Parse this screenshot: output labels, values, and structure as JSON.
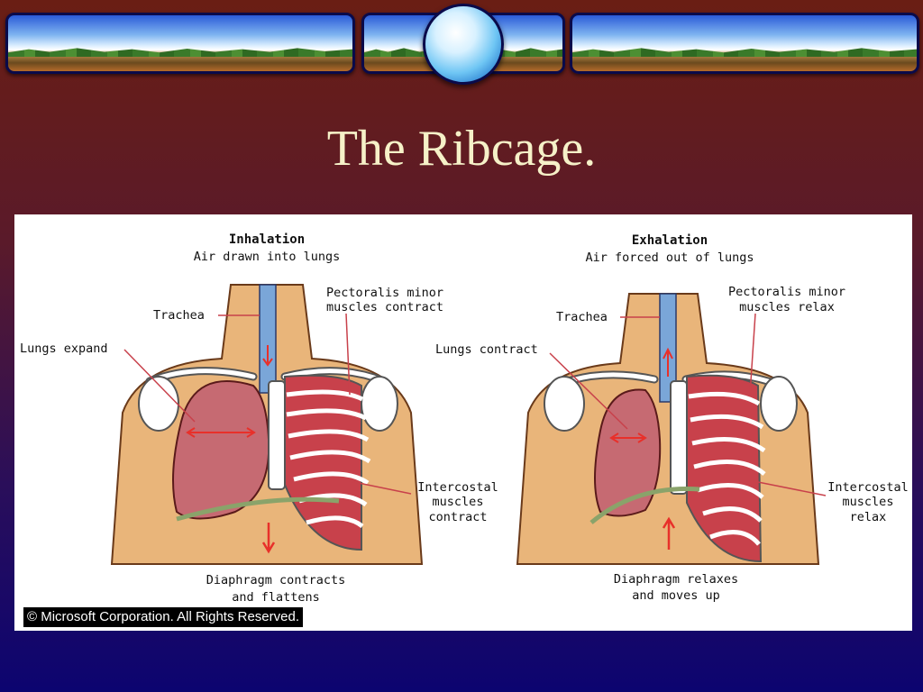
{
  "slide": {
    "title": "The Ribcage."
  },
  "diagram": {
    "inhalation": {
      "heading": "Inhalation",
      "subheading": "Air drawn into lungs",
      "trachea": "Trachea",
      "lungs": "Lungs expand",
      "pectoralis_line1": "Pectoralis minor",
      "pectoralis_line2": "muscles contract",
      "intercostal_line1": "Intercostal",
      "intercostal_line2": "muscles",
      "intercostal_line3": "contract",
      "diaphragm_line1": "Diaphragm contracts",
      "diaphragm_line2": "and flattens"
    },
    "exhalation": {
      "heading": "Exhalation",
      "subheading": "Air forced out of lungs",
      "trachea": "Trachea",
      "lungs": "Lungs contract",
      "pectoralis_line1": "Pectoralis minor",
      "pectoralis_line2": "muscles relax",
      "intercostal_line1": "Intercostal",
      "intercostal_line2": "muscles",
      "intercostal_line3": "relax",
      "diaphragm_line1": "Diaphragm relaxes",
      "diaphragm_line2": "and moves up"
    },
    "copyright": "© Microsoft Corporation. All Rights Reserved."
  },
  "colors": {
    "title": "#f6f1c8",
    "skin": "#e9b57a",
    "lung": "#c66a72",
    "muscle": "#c8414b",
    "trachea": "#7aa6d8",
    "arrow": "#e8302a"
  }
}
